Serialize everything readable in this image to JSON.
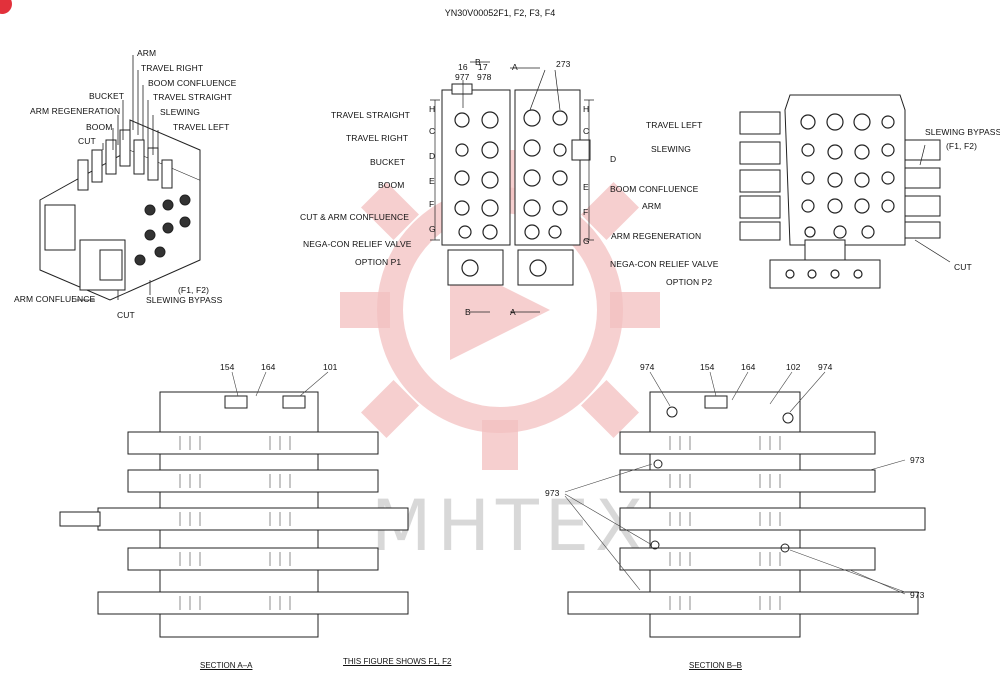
{
  "header": {
    "title": "YN30V00052F1, F2, F3, F4"
  },
  "watermark": {
    "text": "MHTEX"
  },
  "iso_view": {
    "labels": {
      "arm": "ARM",
      "travel_right": "TRAVEL RIGHT",
      "bucket": "BUCKET",
      "boom_confluence": "BOOM CONFLUENCE",
      "arm_regeneration": "ARM REGENERATION",
      "travel_straight": "TRAVEL STRAIGHT",
      "boom": "BOOM",
      "slewing": "SLEWING",
      "cut": "CUT",
      "travel_left": "TRAVEL LEFT",
      "variant": "(F1, F2)",
      "arm_confluence": "ARM CONFLUENCE",
      "slewing_bypass": "SLEWING BYPASS",
      "cut_bottom": "CUT"
    }
  },
  "front_view": {
    "left_labels": [
      "TRAVEL STRAIGHT",
      "TRAVEL RIGHT",
      "BUCKET",
      "BOOM",
      "CUT & ARM CONFLUENCE",
      "NEGA-CON RELIEF VALVE",
      "OPTION P1"
    ],
    "right_labels": [
      "TRAVEL LEFT",
      "SLEWING",
      "BOOM CONFLUENCE",
      "ARM",
      "ARM REGENERATION",
      "NEGA-CON RELIEF VALVE",
      "OPTION P2"
    ],
    "callouts": {
      "c16": "16",
      "c977": "977",
      "c17": "17",
      "c978": "978",
      "c273": "273"
    },
    "section_marks": {
      "b": "B",
      "a": "A"
    },
    "dim_left": [
      "H",
      "C",
      "D",
      "E",
      "F",
      "G"
    ],
    "dim_right": [
      "H",
      "C",
      "D",
      "E",
      "F",
      "G"
    ]
  },
  "side_view": {
    "labels": {
      "slewing_bypass": "SLEWING BYPASS",
      "variant": "(F1, F2)",
      "cut": "CUT"
    }
  },
  "section_a": {
    "callouts": [
      "154",
      "164",
      "101"
    ],
    "caption": "SECTION  A–A"
  },
  "section_b": {
    "callouts": [
      "974",
      "154",
      "164",
      "102",
      "974",
      "973",
      "973",
      "973"
    ],
    "caption": "SECTION  B–B"
  },
  "footer": {
    "note": "THIS FIGURE SHOWS  F1, F2"
  }
}
